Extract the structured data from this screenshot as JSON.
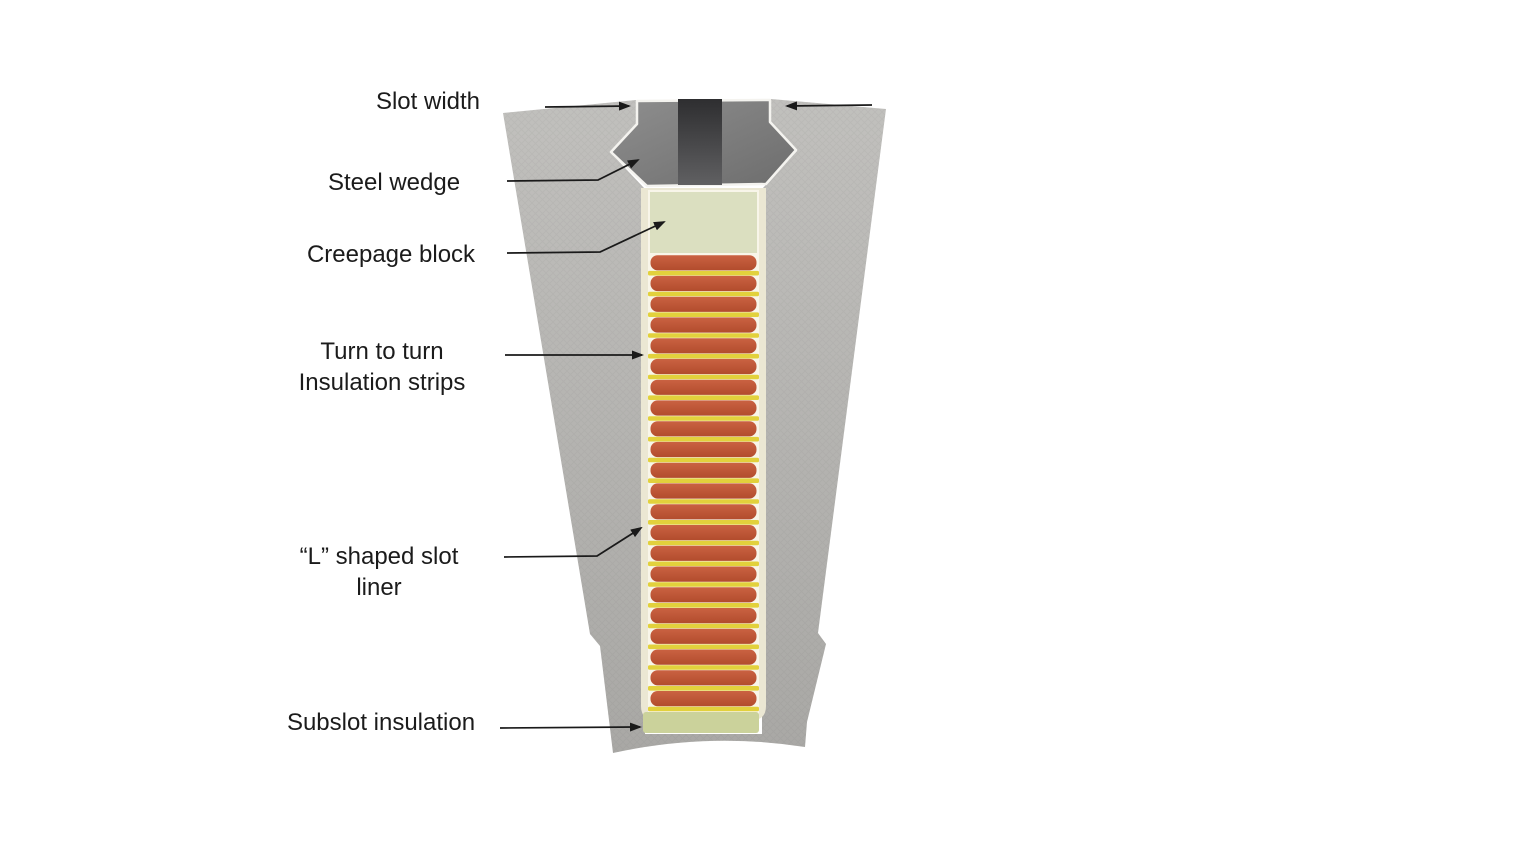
{
  "diagram": {
    "labels": [
      {
        "id": "slot-width",
        "lines": [
          "Slot width"
        ]
      },
      {
        "id": "steel-wedge",
        "lines": [
          "Steel wedge"
        ]
      },
      {
        "id": "creepage-block",
        "lines": [
          "Creepage block"
        ]
      },
      {
        "id": "turn-to-turn",
        "lines": [
          "Turn to turn",
          "Insulation strips"
        ]
      },
      {
        "id": "l-shaped-slot-liner",
        "lines": [
          "“L” shaped slot",
          "liner"
        ]
      },
      {
        "id": "subslot-insulation",
        "lines": [
          "Subslot insulation"
        ]
      }
    ],
    "conductors": {
      "count": 22
    },
    "colors": {
      "steel_body_light": "#c1c0bd",
      "steel_body_dark": "#a9a8a5",
      "wedge_light": "#8e8e8e",
      "wedge_dark": "#6d6d6d",
      "slot_opening_top": "#2e2e30",
      "slot_opening_bottom": "#606062",
      "liner_cream": "#ebe7d3",
      "liner_inner": "#f8f5e9",
      "creepage_block": "#dbdfc0",
      "conductor_light": "#ca6242",
      "conductor_dark": "#b24c2d",
      "insulation_yellow": "#e2d13c",
      "subslot_green": "#cbd29b",
      "outline_white": "#f4f3ef",
      "arrow": "#1a1a1a",
      "text": "#1b1b1b"
    }
  }
}
